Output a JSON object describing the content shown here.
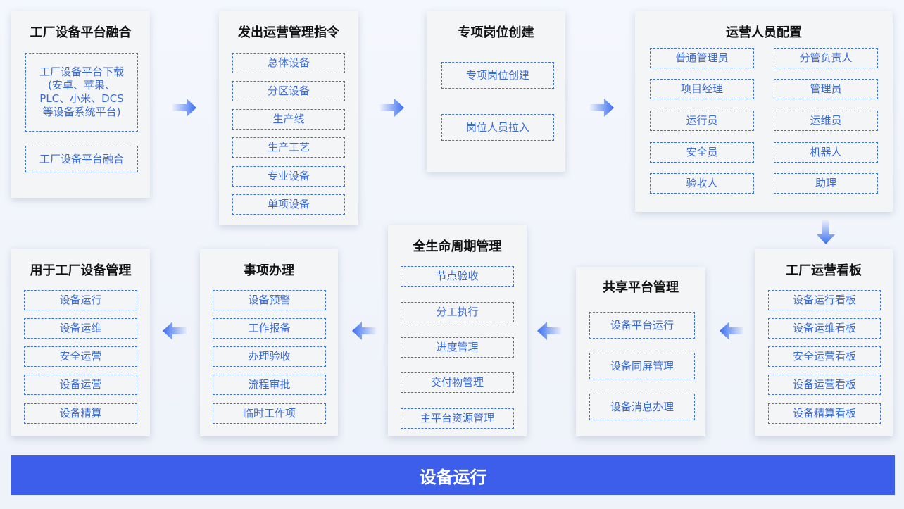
{
  "cards": {
    "c1": {
      "title": "工厂设备平台融合",
      "items": [
        "工厂设备平台下载\n(安卓、苹果、\nPLC、小米、DCS\n等设备系统平台)",
        "工厂设备平台融合"
      ]
    },
    "c2": {
      "title": "发出运营管理指令",
      "items": [
        "总体设备",
        "分区设备",
        "生产线",
        "生产工艺",
        "专业设备",
        "单项设备"
      ]
    },
    "c3": {
      "title": "专项岗位创建",
      "items": [
        "专项岗位创建",
        "岗位人员拉入"
      ]
    },
    "c4": {
      "title": "运营人员配置",
      "items": [
        "普通管理员",
        "分管负责人",
        "项目经理",
        "管理员",
        "运行员",
        "运维员",
        "安全员",
        "机器人",
        "验收人",
        "助理"
      ]
    },
    "c5": {
      "title": "工厂运营看板",
      "items": [
        "设备运行看板",
        "设备运维看板",
        "安全运营看板",
        "设备运营看板",
        "设备精算看板"
      ]
    },
    "c6": {
      "title": "共享平台管理",
      "items": [
        "设备平台运行",
        "设备同屏管理",
        "设备消息办理"
      ]
    },
    "c7": {
      "title": "全生命周期管理",
      "items": [
        "节点验收",
        "分工执行",
        "进度管理",
        "交付物管理",
        "主平台资源管理"
      ]
    },
    "c8": {
      "title": "事项办理",
      "items": [
        "设备预警",
        "工作报备",
        "办理验收",
        "流程审批",
        "临时工作项"
      ]
    },
    "c9": {
      "title": "用于工厂设备管理",
      "items": [
        "设备运行",
        "设备运维",
        "安全运营",
        "设备运营",
        "设备精算"
      ]
    }
  },
  "bottom_bar": "设备运行",
  "colors": {
    "accent": "#3d5eea",
    "item_text": "#3a6bd6",
    "item_border": "#3a72e0"
  }
}
